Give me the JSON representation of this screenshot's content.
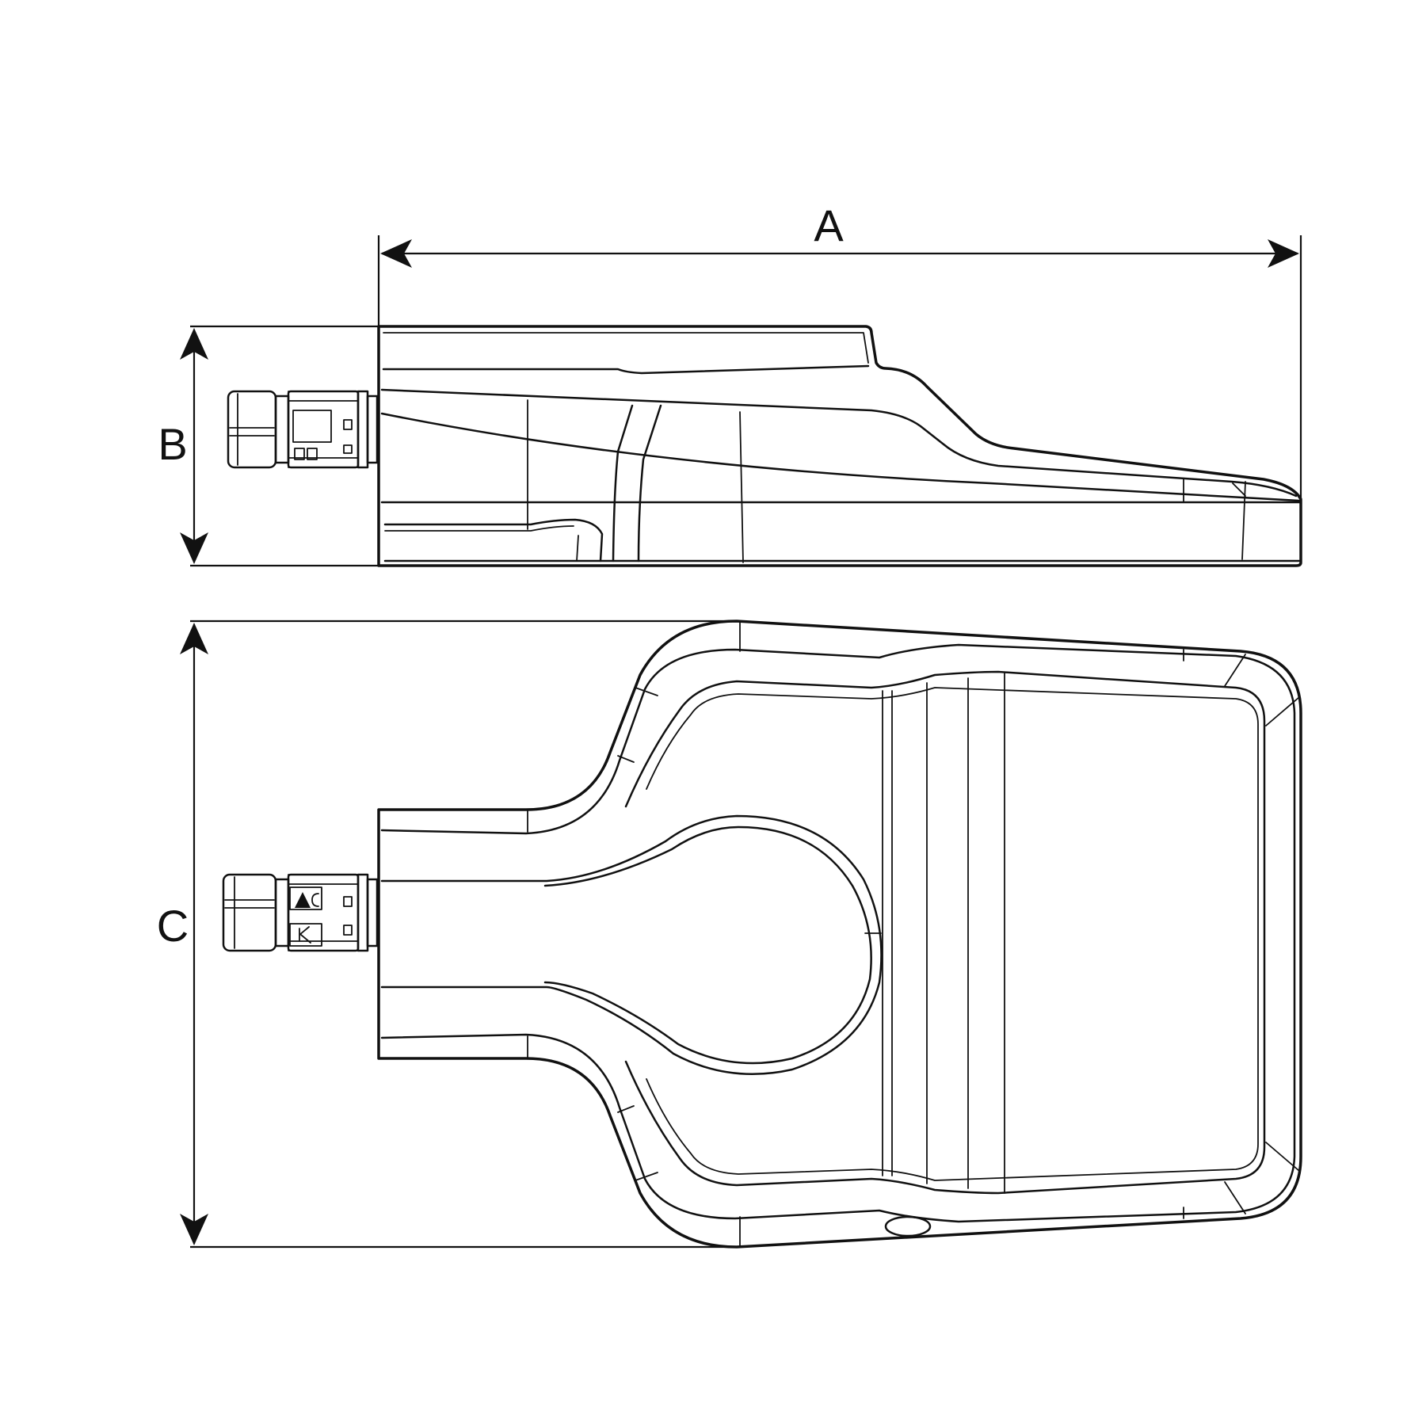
{
  "dimensions": {
    "length_label": "A",
    "height_label": "B",
    "width_label": "C"
  },
  "icons": {
    "marking_1": "ce-mark-icon",
    "marking_2": "ukca-mark-icon",
    "marking_3": "rcm-mark-icon"
  }
}
